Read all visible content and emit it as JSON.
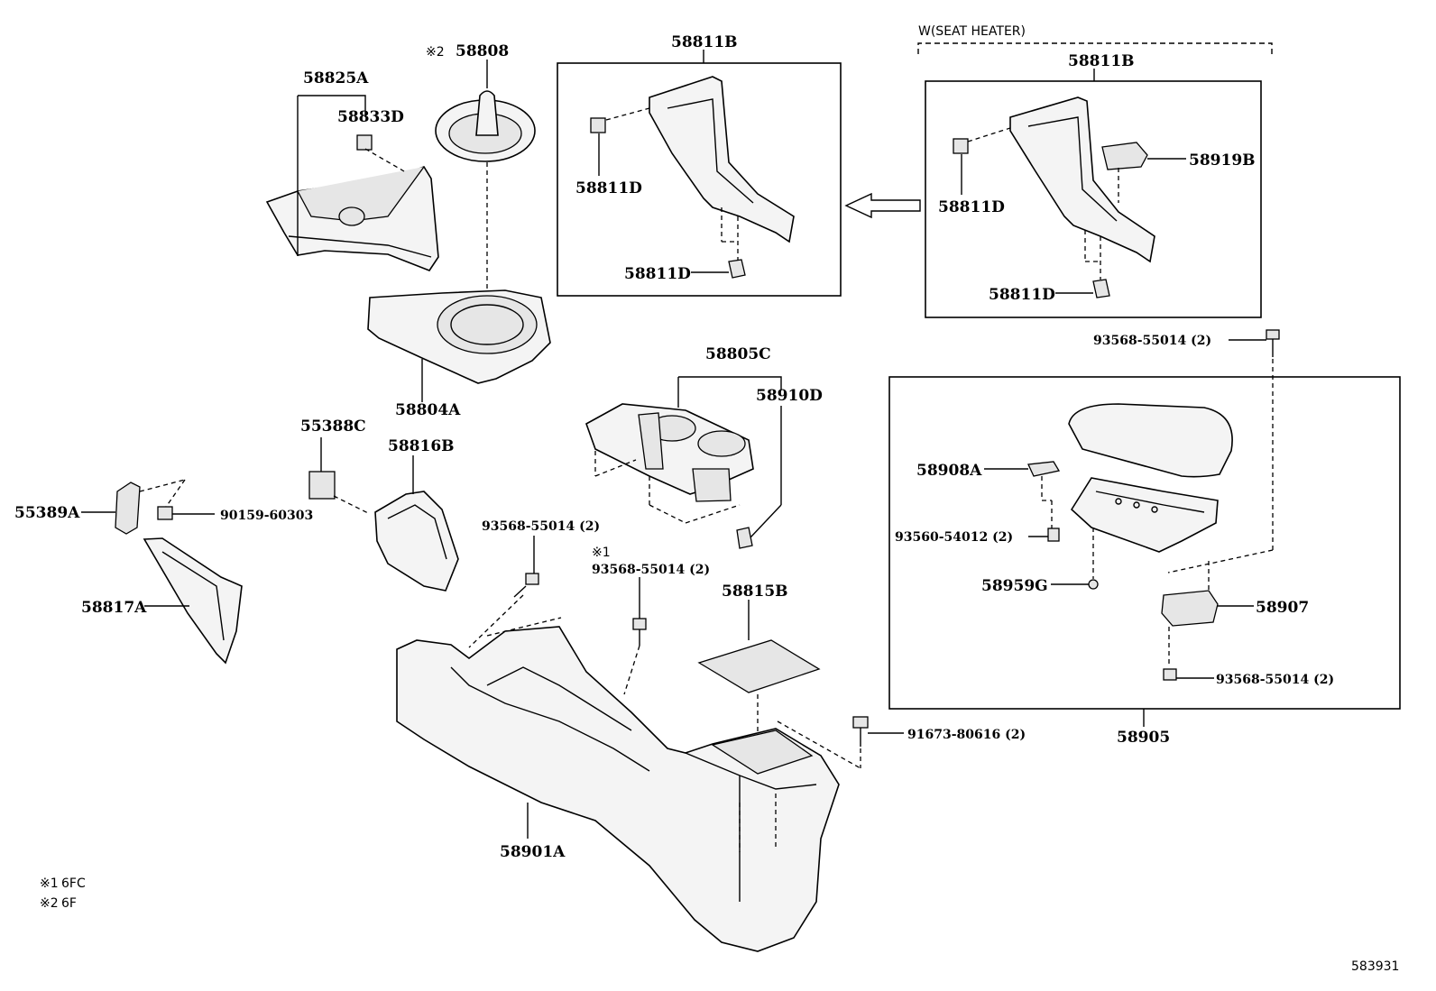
{
  "diagram": {
    "variant_label": "W(SEAT HEATER)",
    "drawing_number": "583931",
    "footnotes": [
      {
        "mark": "※1",
        "text": "6FC"
      },
      {
        "mark": "※2",
        "text": "6F"
      }
    ],
    "parts": {
      "p58825A": "58825A",
      "p58833D": "58833D",
      "p58808": "58808",
      "p58808_mark": "※2",
      "p58804A": "58804A",
      "p58811B_left": "58811B",
      "p58811D_left_upper": "58811D",
      "p58811D_left_lower": "58811D",
      "p58811B_right": "58811B",
      "p58811D_right_upper": "58811D",
      "p58811D_right_lower": "58811D",
      "p58919B": "58919B",
      "p93568_top": "93568-55014 (2)",
      "p58805C": "58805C",
      "p58910D": "58910D",
      "p55388C": "55388C",
      "p58816B": "58816B",
      "p55389A": "55389A",
      "p90159": "90159-60303",
      "p58817A": "58817A",
      "p93568_mid": "93568-55014 (2)",
      "p93568_s1_mark": "※1",
      "p93568_s1": "93568-55014 (2)",
      "p58815B": "58815B",
      "p58908A": "58908A",
      "p93560": "93560-54012 (2)",
      "p58959G": "58959G",
      "p58907": "58907",
      "p93568_box": "93568-55014 (2)",
      "p58905": "58905",
      "p91673": "91673-80616 (2)",
      "p58901A": "58901A"
    }
  }
}
